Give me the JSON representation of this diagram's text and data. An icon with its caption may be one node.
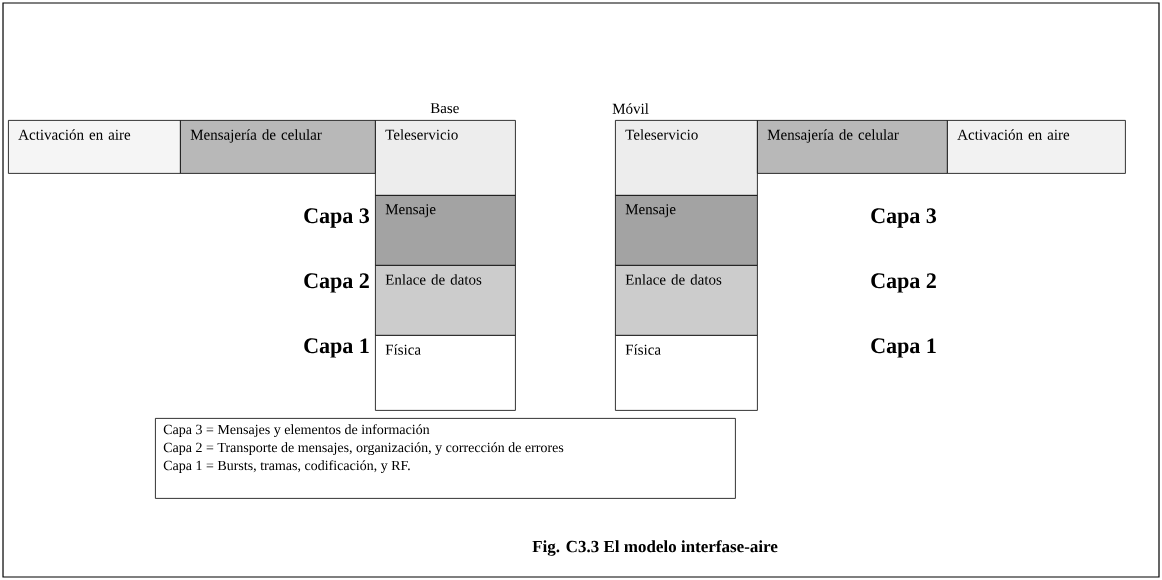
{
  "diagram": {
    "caption": "Fig. C3.3 El modelo interfase-aire",
    "nodes": [
      {
        "text": [
          "Activación en aire"
        ]
      },
      {
        "text": [
          "Mensajería de celular"
        ]
      },
      {
        "text": [
          "Teleservicio"
        ],
        "beside": [
          "Base"
        ]
      },
      {
        "text": [
          "Mensaje"
        ]
      },
      {
        "text": [
          "Enlace de datos"
        ]
      },
      {
        "text": [
          "Física"
        ]
      },
      {
        "text": [
          "Teleservicio"
        ],
        "beside": [
          "Móvil"
        ]
      },
      {
        "text": [
          "Mensajería de celular"
        ]
      },
      {
        "text": [
          "Activación en aire"
        ]
      },
      {
        "text": [
          "Mensaje"
        ]
      },
      {
        "text": [
          "Enlace de datos"
        ]
      },
      {
        "text": [
          "Física"
        ]
      },
      {
        "text": [
          "Capa 3 = Mensajes y elementos de información",
          "Capa 2 = Transporte de mensajes, organización, y corrección de errores",
          "Capa 1 = Bursts, tramas, codificación, y RF."
        ]
      }
    ],
    "labels": [
      "Capa 3",
      "Capa 3",
      "Capa 2",
      "Capa 2",
      "Capa 1",
      "Capa 1"
    ]
  }
}
